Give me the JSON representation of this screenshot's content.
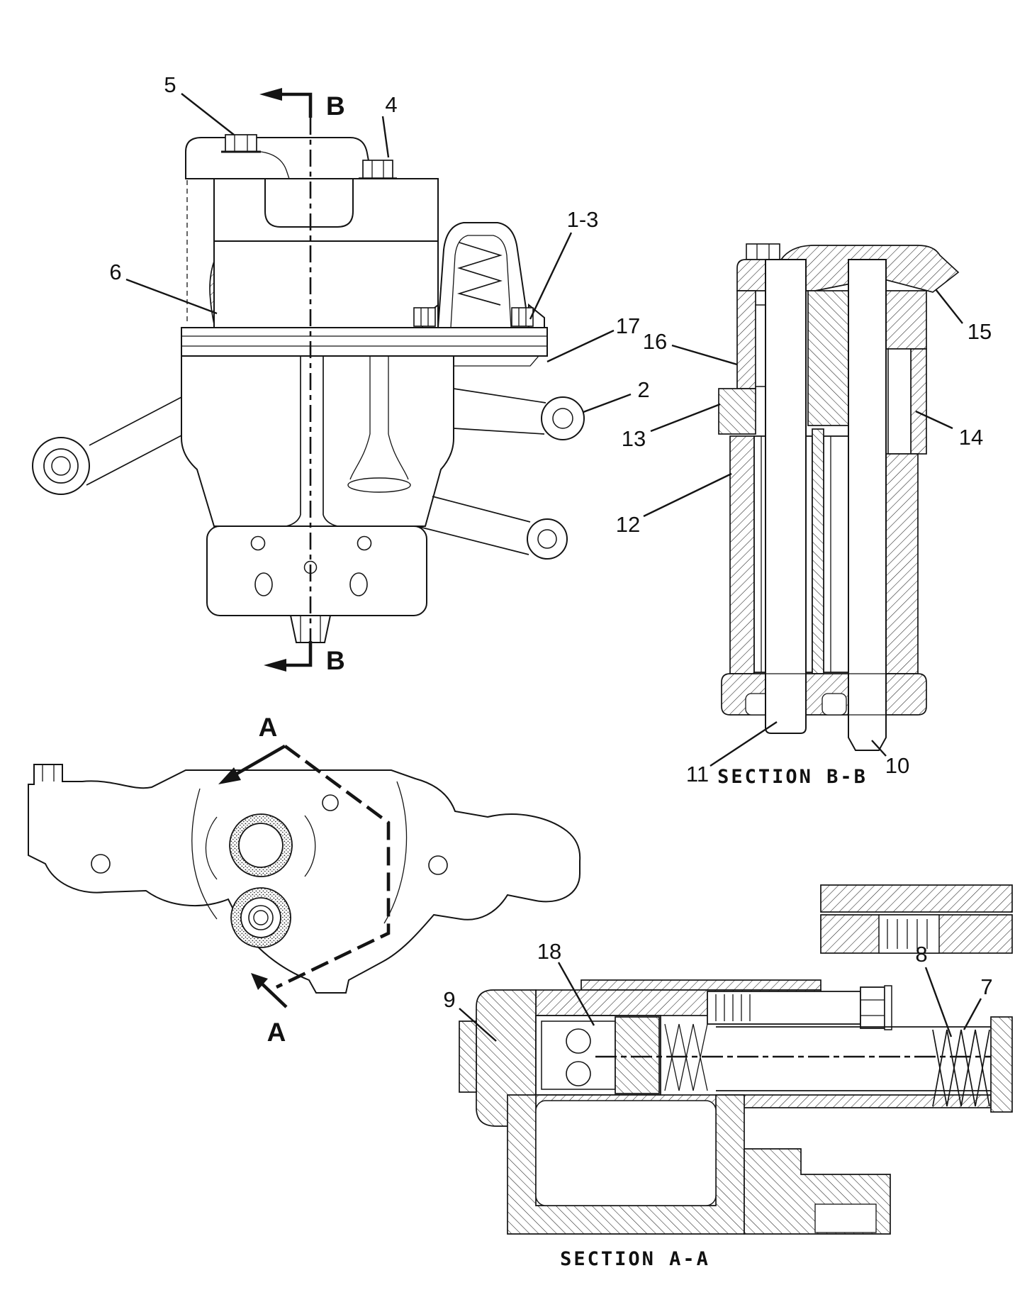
{
  "figure": {
    "kind": "engineering-parts-sectional-diagram",
    "callouts": {
      "c5": "5",
      "c4": "4",
      "c1_3": "1-3",
      "c6": "6",
      "c17": "17",
      "c2": "2",
      "c16": "16",
      "c13": "13",
      "c12": "12",
      "c15": "15",
      "c14": "14",
      "c11": "11",
      "c10": "10",
      "c18": "18",
      "c9": "9",
      "c8": "8",
      "c7": "7"
    },
    "section_markers": {
      "b": "B",
      "a": "A"
    },
    "section_titles": {
      "bb": "SECTION B-B",
      "aa": "SECTION A-A"
    }
  }
}
